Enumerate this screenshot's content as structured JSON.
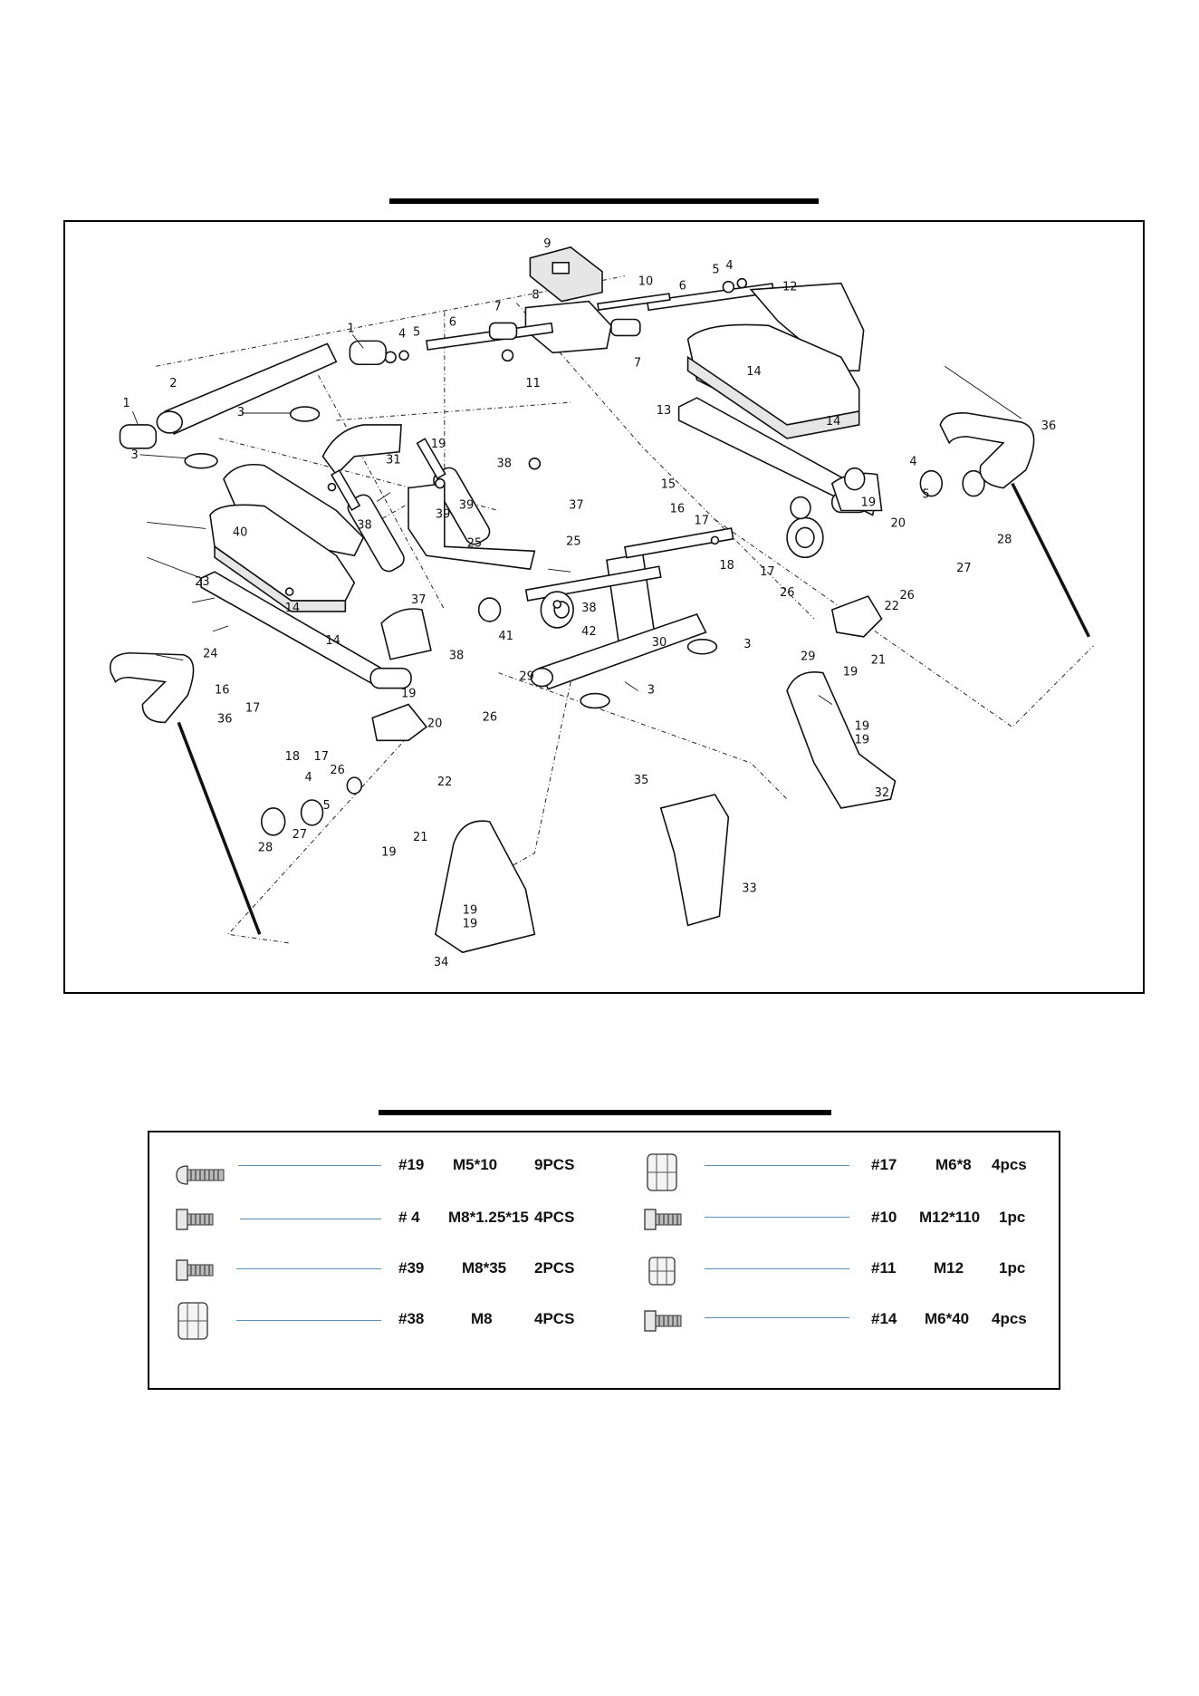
{
  "part_labels": {
    "p1a": "1",
    "p1b": "1",
    "p2": "2",
    "p3a": "3",
    "p3b": "3",
    "p3c": "3",
    "p3d": "3",
    "p4a": "4",
    "p4b": "4",
    "p4c": "4",
    "p4d": "4",
    "p5a": "5",
    "p5b": "5",
    "p5c": "5",
    "p5d": "5",
    "p6a": "6",
    "p6b": "6",
    "p7a": "7",
    "p7b": "7",
    "p8": "8",
    "p9": "9",
    "p10": "10",
    "p11": "11",
    "p12": "12",
    "p13": "13",
    "p14a": "14",
    "p14b": "14",
    "p14c": "14",
    "p14d": "14",
    "p15": "15",
    "p16a": "16",
    "p16b": "16",
    "p17a": "17",
    "p17b": "17",
    "p17c": "17",
    "p17d": "17",
    "p18a": "18",
    "p18b": "18",
    "p19a": "19",
    "p19b": "19",
    "p19c": "19",
    "p19d": "19",
    "p19e": "19",
    "p19f": "19",
    "p19g": "19",
    "p19h": "19",
    "p19i": "19",
    "p20a": "20",
    "p20b": "20",
    "p21a": "21",
    "p21b": "21",
    "p22a": "22",
    "p22b": "22",
    "p23": "23",
    "p24": "24",
    "p25a": "25",
    "p25b": "25",
    "p26a": "26",
    "p26b": "26",
    "p26c": "26",
    "p26d": "26",
    "p27a": "27",
    "p27b": "27",
    "p28a": "28",
    "p28b": "28",
    "p29a": "29",
    "p29b": "29",
    "p30": "30",
    "p31": "31",
    "p32": "32",
    "p33": "33",
    "p34": "34",
    "p35": "35",
    "p36a": "36",
    "p36b": "36",
    "p37a": "37",
    "p37b": "37",
    "p38a": "38",
    "p38b": "38",
    "p38c": "38",
    "p38d": "38",
    "p39a": "39",
    "p39b": "39",
    "p40": "40",
    "p41": "41",
    "p42": "42"
  },
  "hardware": {
    "left": [
      {
        "num": "#19",
        "size": "M5*10",
        "qty": "9PCS",
        "icon": "round-head-screw-icon"
      },
      {
        "num": "# 4",
        "size": "M8*1.25*15",
        "qty": "4PCS",
        "icon": "hex-bolt-icon"
      },
      {
        "num": "#39",
        "size": "M8*35",
        "qty": "2PCS",
        "icon": "hex-bolt-icon"
      },
      {
        "num": "#38",
        "size": "M8",
        "qty": "4PCS",
        "icon": "hex-nut-icon"
      }
    ],
    "right": [
      {
        "num": "#17",
        "size": "M6*8",
        "qty": "4pcs",
        "icon": "hex-nut-icon"
      },
      {
        "num": "#10",
        "size": "M12*110",
        "qty": "1pc",
        "icon": "hex-bolt-icon"
      },
      {
        "num": "#11",
        "size": "M12",
        "qty": "1pc",
        "icon": "hex-nut-icon"
      },
      {
        "num": "#14",
        "size": "M6*40",
        "qty": "4pcs",
        "icon": "hex-bolt-icon"
      }
    ]
  }
}
